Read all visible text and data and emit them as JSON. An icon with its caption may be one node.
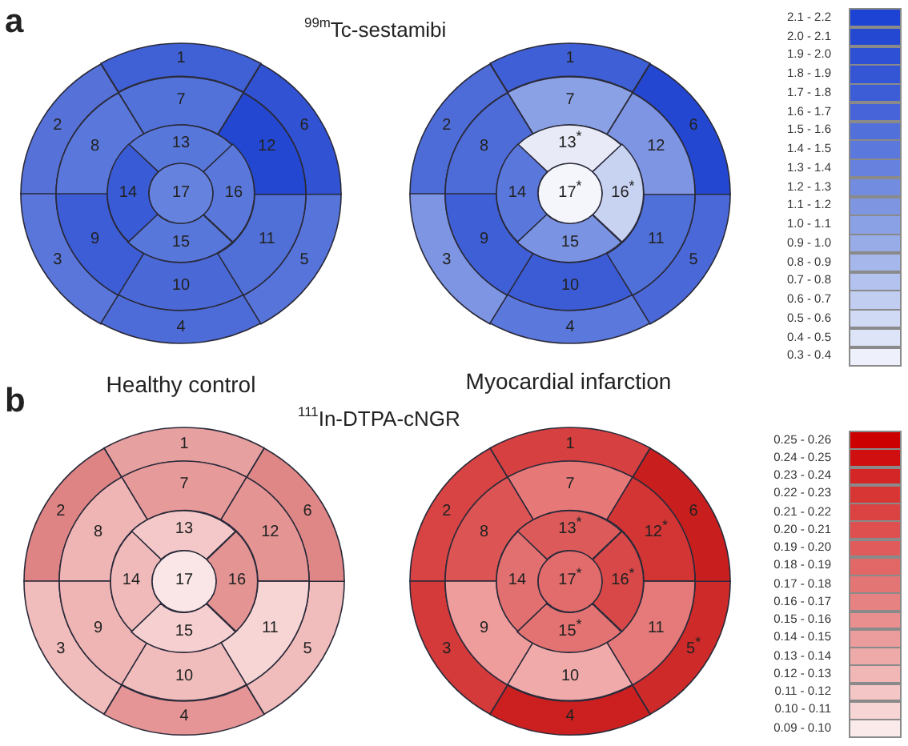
{
  "diagram": {
    "nodes": [
      {
        "text": [
          "1"
        ]
      },
      {
        "text": [
          "2"
        ]
      },
      {
        "text": [
          "3"
        ]
      },
      {
        "text": [
          "4"
        ]
      },
      {
        "text": [
          "5"
        ]
      },
      {
        "text": [
          "6"
        ]
      },
      {
        "text": [
          "7"
        ]
      },
      {
        "text": [
          "8"
        ]
      },
      {
        "text": [
          "9"
        ]
      },
      {
        "text": [
          "10"
        ]
      },
      {
        "text": [
          "11"
        ]
      },
      {
        "text": [
          "12"
        ]
      },
      {
        "text": [
          "13"
        ]
      },
      {
        "text": [
          "14"
        ]
      },
      {
        "text": [
          "15"
        ]
      },
      {
        "text": [
          "16"
        ]
      },
      {
        "text": [
          "17"
        ]
      },
      {
        "text": [
          "1"
        ]
      },
      {
        "text": [
          "2"
        ]
      },
      {
        "text": [
          "3"
        ]
      },
      {
        "text": [
          "4"
        ]
      },
      {
        "text": [
          "5"
        ]
      },
      {
        "text": [
          "6"
        ]
      },
      {
        "text": [
          "7"
        ]
      },
      {
        "text": [
          "8"
        ]
      },
      {
        "text": [
          "9"
        ]
      },
      {
        "text": [
          "10"
        ]
      },
      {
        "text": [
          "11"
        ]
      },
      {
        "text": [
          "12"
        ]
      },
      {
        "text": [
          "13$^{*}$"
        ]
      },
      {
        "text": [
          "14"
        ]
      },
      {
        "text": [
          "15"
        ]
      },
      {
        "text": [
          "16$^{*}$"
        ]
      },
      {
        "text": [
          "17$^{*}$"
        ]
      },
      {
        "text": [
          "1"
        ]
      },
      {
        "text": [
          "2"
        ]
      },
      {
        "text": [
          "3"
        ]
      },
      {
        "text": [
          "4"
        ]
      },
      {
        "text": [
          "5"
        ]
      },
      {
        "text": [
          "6"
        ]
      },
      {
        "text": [
          "7"
        ]
      },
      {
        "text": [
          "8"
        ]
      },
      {
        "text": [
          "9"
        ]
      },
      {
        "text": [
          "10"
        ]
      },
      {
        "text": [
          "11"
        ]
      },
      {
        "text": [
          "12"
        ]
      },
      {
        "text": [
          "13"
        ]
      },
      {
        "text": [
          "14"
        ]
      },
      {
        "text": [
          "15"
        ]
      },
      {
        "text": [
          "16"
        ]
      },
      {
        "text": [
          "17"
        ]
      },
      {
        "text": [
          "1"
        ]
      },
      {
        "text": [
          "2"
        ]
      },
      {
        "text": [
          "3"
        ]
      },
      {
        "text": [
          "4"
        ]
      },
      {
        "text": [
          "5$^{*}$"
        ]
      },
      {
        "text": [
          "6"
        ]
      },
      {
        "text": [
          "7"
        ]
      },
      {
        "text": [
          "8"
        ]
      },
      {
        "text": [
          "9"
        ]
      },
      {
        "text": [
          "10"
        ]
      },
      {
        "text": [
          "11"
        ]
      },
      {
        "text": [
          "12$^{*}$"
        ]
      },
      {
        "text": [
          "13$^{*}$"
        ]
      },
      {
        "text": [
          "14"
        ]
      },
      {
        "text": [
          "15$^{*}$"
        ]
      },
      {
        "text": [
          "16$^{*}$"
        ]
      },
      {
        "text": [
          "17$^{*}$"
        ]
      }
    ],
    "labels": [
      "a",
      "$^{99m}$Tc-sestamibi",
      "Healthy control",
      "Myocardial infarction",
      "b",
      "$^{111}$In-DTPA-cNGR"
    ],
    "legend": [
      {
        "text": "2.1 - 2.2",
        "color": "#1c43d4"
      },
      {
        "text": "2.0 - 2.1",
        "color": "#2448d2"
      },
      {
        "text": "1.9 - 2.0",
        "color": "#2d50d4"
      },
      {
        "text": "1.8 - 1.9",
        "color": "#3456d5"
      },
      {
        "text": "1.7 - 1.8",
        "color": "#3c5dd6"
      },
      {
        "text": "1.6 - 1.7",
        "color": "#4765d8"
      },
      {
        "text": "1.5 - 1.6",
        "color": "#5170da"
      },
      {
        "text": "1.4 - 1.5",
        "color": "#5b78dc"
      },
      {
        "text": "1.3 - 1.4",
        "color": "#6682de"
      },
      {
        "text": "1.2 - 1.3",
        "color": "#728ce0"
      },
      {
        "text": "1.1 - 1.2",
        "color": "#7e96e2"
      },
      {
        "text": "1.0 - 1.1",
        "color": "#8ba1e5"
      },
      {
        "text": "0.9 - 1.0",
        "color": "#98ace8"
      },
      {
        "text": "0.8 - 0.9",
        "color": "#a6b7eb"
      },
      {
        "text": "0.7 - 0.8",
        "color": "#b3c2ee"
      },
      {
        "text": "0.6 - 0.7",
        "color": "#c1cdf1"
      },
      {
        "text": "0.5 - 0.6",
        "color": "#d0daf4"
      },
      {
        "text": "0.4 - 0.5",
        "color": "#dee4f7"
      },
      {
        "text": "0.3 - 0.4",
        "color": "#eef1fb"
      },
      {
        "text": "0.25 - 0.26",
        "color": "#cc0000"
      },
      {
        "text": "0.24 - 0.25",
        "color": "#d01010"
      },
      {
        "text": "0.23 - 0.24",
        "color": "#d42626"
      },
      {
        "text": "0.22 - 0.23",
        "color": "#d83535"
      },
      {
        "text": "0.21 - 0.22",
        "color": "#db4343"
      },
      {
        "text": "0.20 - 0.21",
        "color": "#de5050"
      },
      {
        "text": "0.19 - 0.20",
        "color": "#e05c5c"
      },
      {
        "text": "0.18 - 0.19",
        "color": "#e26868"
      },
      {
        "text": "0.17 - 0.18",
        "color": "#e47575"
      },
      {
        "text": "0.16 - 0.17",
        "color": "#e68282"
      },
      {
        "text": "0.15 - 0.16",
        "color": "#e98f8f"
      },
      {
        "text": "0.14 - 0.15",
        "color": "#eb9c9c"
      },
      {
        "text": "0.13 - 0.14",
        "color": "#eea9a9"
      },
      {
        "text": "0.12 - 0.13",
        "color": "#f1b7b7"
      },
      {
        "text": "0.11 - 0.12",
        "color": "#f4c6c6"
      },
      {
        "text": "0.10 - 0.11",
        "color": "#f7d5d5"
      },
      {
        "text": "0.09 - 0.10",
        "color": "#faeaea"
      }
    ]
  }
}
